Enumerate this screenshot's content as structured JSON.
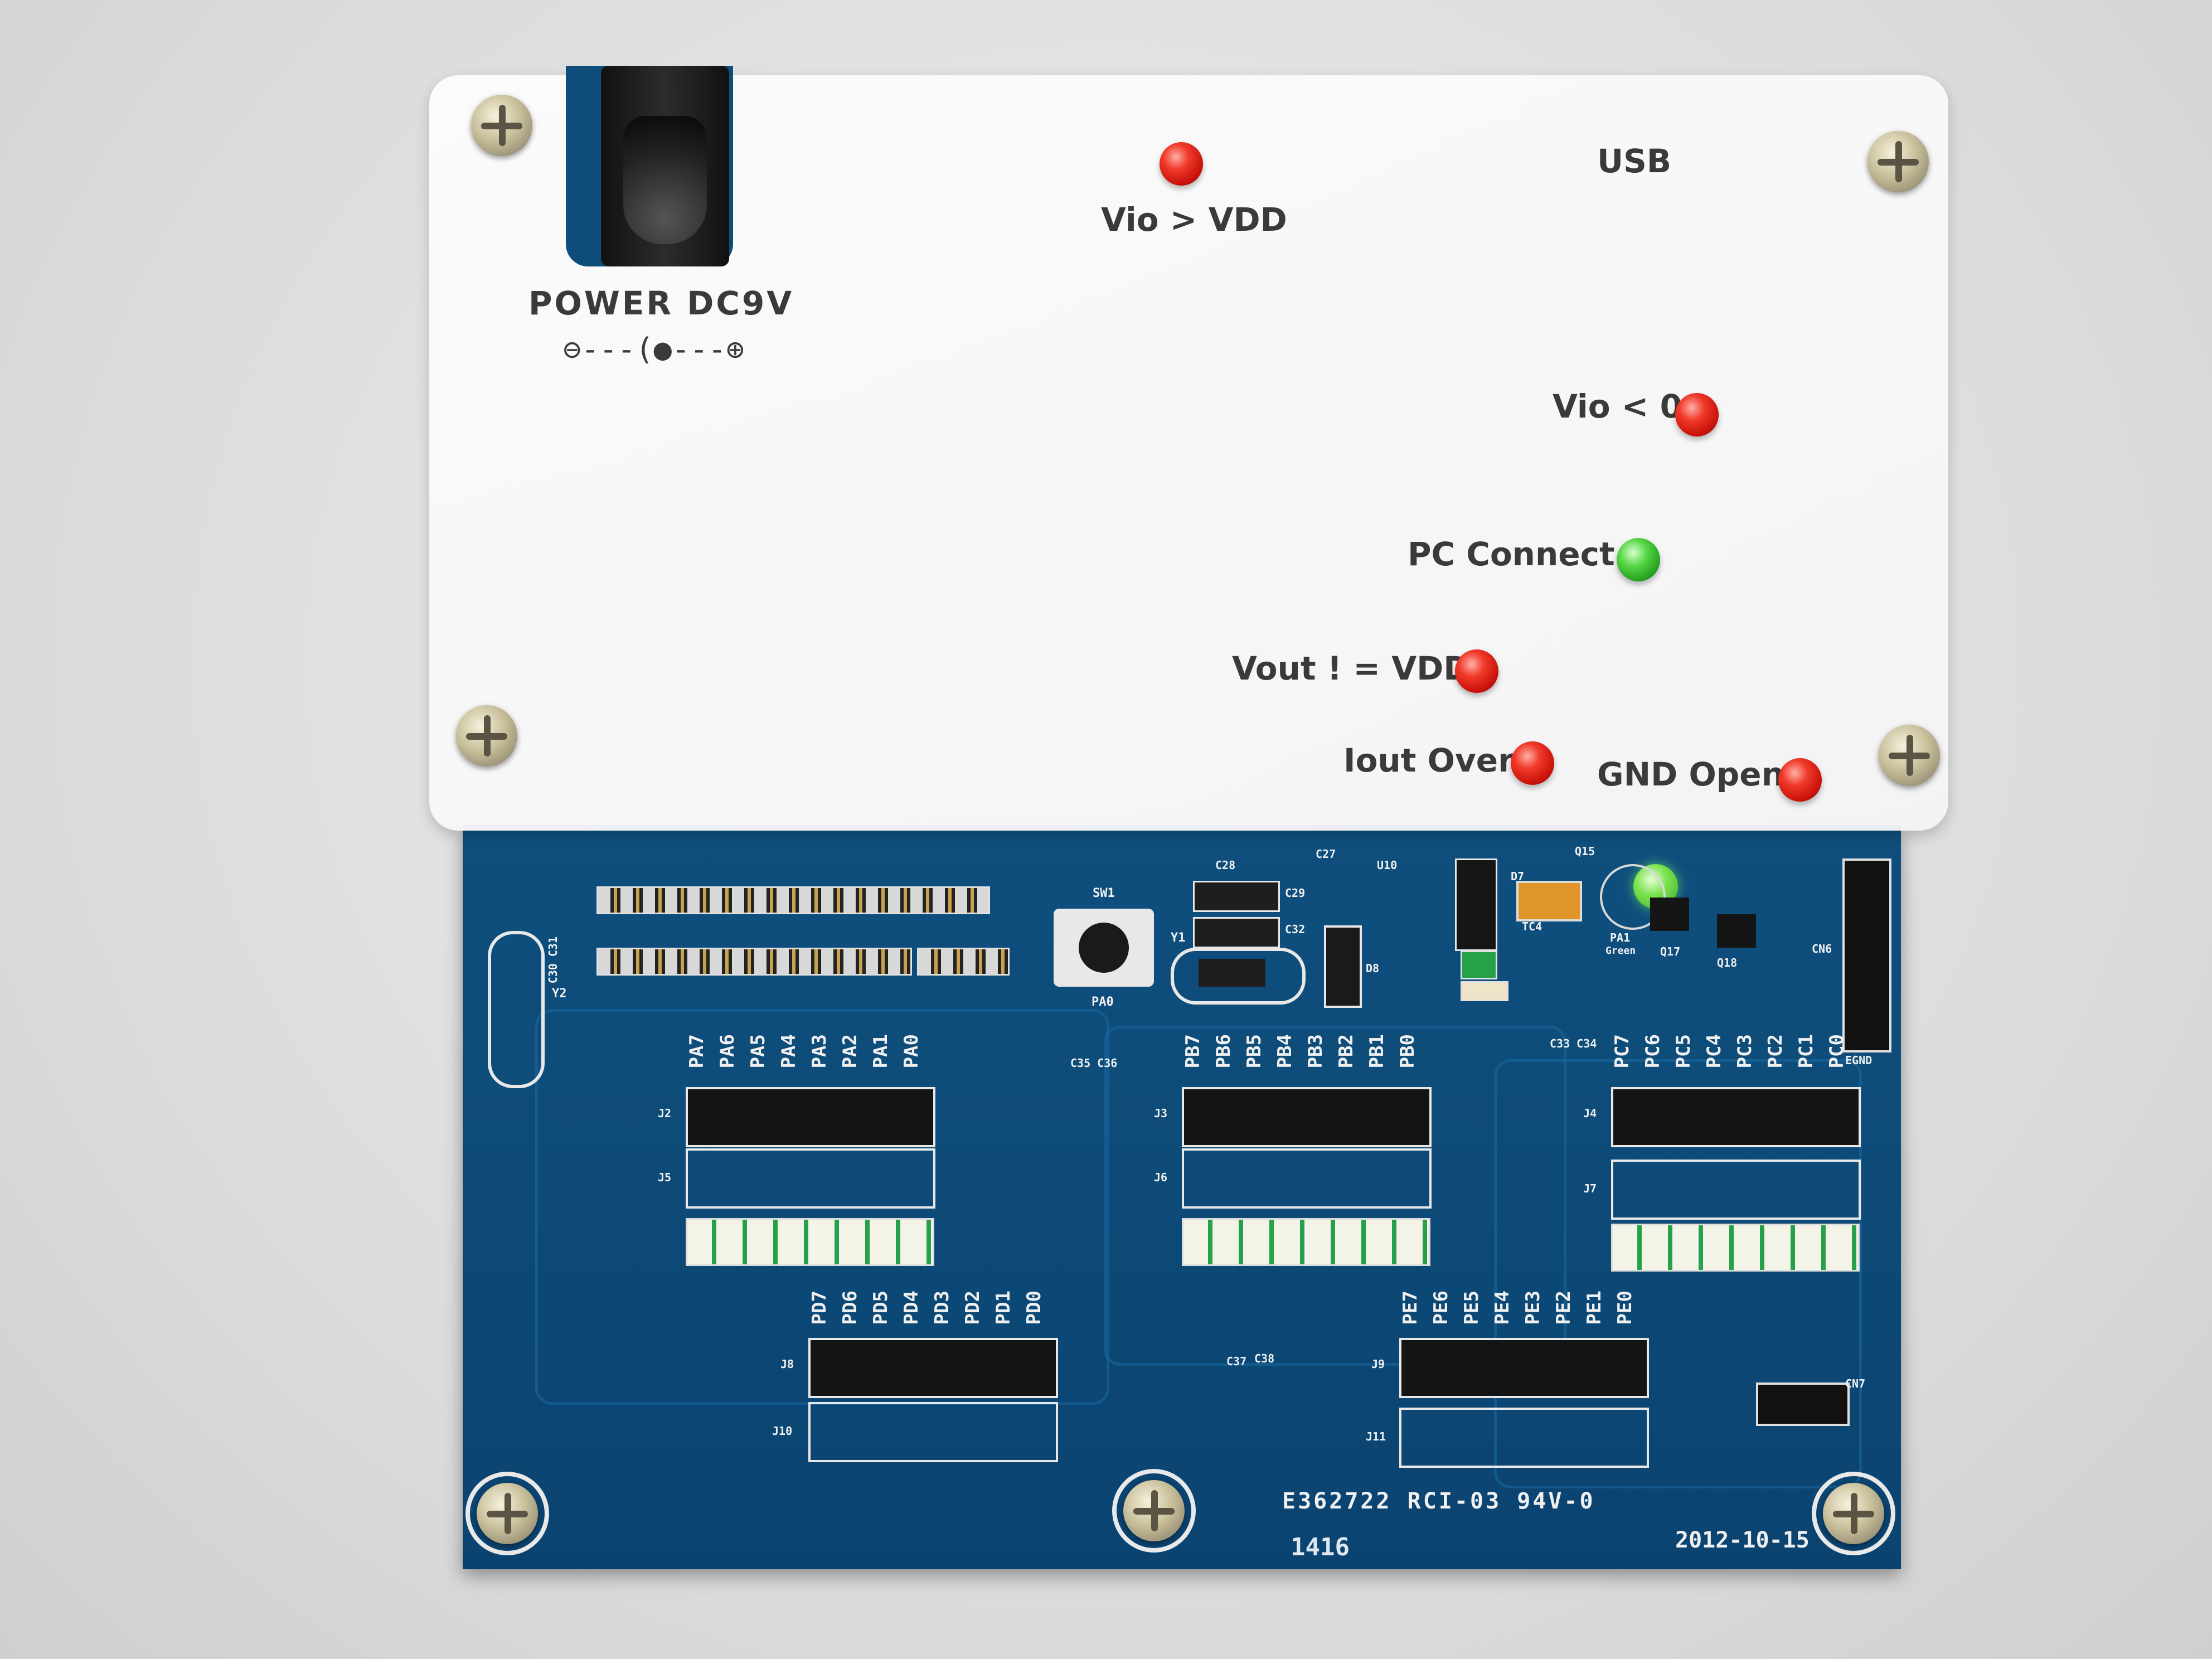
{
  "panel": {
    "power_label": "POWER  DC9V",
    "polarity_symbol": "⊖---(●---⊕",
    "usb_label": "USB",
    "vio_gt_vdd": "Vio > VDD",
    "vio_lt_0": "Vio < 0",
    "pc_connect": "PC Connect",
    "vout_ne_vdd": "Vout ! = VDD",
    "iout_over": "Iout Over",
    "gnd_open": "GND Open"
  },
  "pcb": {
    "board_id": "E362722  RCI-03  94V-0",
    "date": "2012-10-15",
    "lot": "1416",
    "port_a": [
      "PA7",
      "PA6",
      "PA5",
      "PA4",
      "PA3",
      "PA2",
      "PA1",
      "PA0"
    ],
    "port_b": [
      "PB7",
      "PB6",
      "PB5",
      "PB4",
      "PB3",
      "PB2",
      "PB1",
      "PB0"
    ],
    "port_c": [
      "PC7",
      "PC6",
      "PC5",
      "PC4",
      "PC3",
      "PC2",
      "PC1",
      "PC0"
    ],
    "port_d": [
      "PD7",
      "PD6",
      "PD5",
      "PD4",
      "PD3",
      "PD2",
      "PD1",
      "PD0"
    ],
    "port_e": [
      "PE7",
      "PE6",
      "PE5",
      "PE4",
      "PE3",
      "PE2",
      "PE1",
      "PE0"
    ],
    "refs": {
      "sw1": "SW1",
      "pa0": "PA0",
      "y1": "Y1",
      "y2": "Y2",
      "d8": "D8",
      "c28": "C28",
      "c29": "C29",
      "c32": "C32",
      "c27": "C27",
      "u10": "U10",
      "d7": "D7",
      "tc4": "TC4",
      "q15": "Q15",
      "pa1": "PA1",
      "green": "Green",
      "q17": "Q17",
      "q18": "Q18",
      "cn6": "CN6",
      "egnd": "EGND",
      "cn7": "CN7",
      "j2": "J2",
      "j5": "J5",
      "j3": "J3",
      "j6": "J6",
      "j4": "J4",
      "j7": "J7",
      "j8": "J8",
      "j10": "J10",
      "j9": "J9",
      "j11": "J11",
      "c33c34": "C33 C34",
      "c35c36": "C35 C36",
      "c37": "C37",
      "c38": "C38",
      "c30c31": "C30 C31"
    }
  },
  "colors": {
    "pcb_blue": "#0d4a78",
    "led_red": "#e0201a",
    "led_green": "#3fc437",
    "acrylic": "#f6f6f8"
  }
}
